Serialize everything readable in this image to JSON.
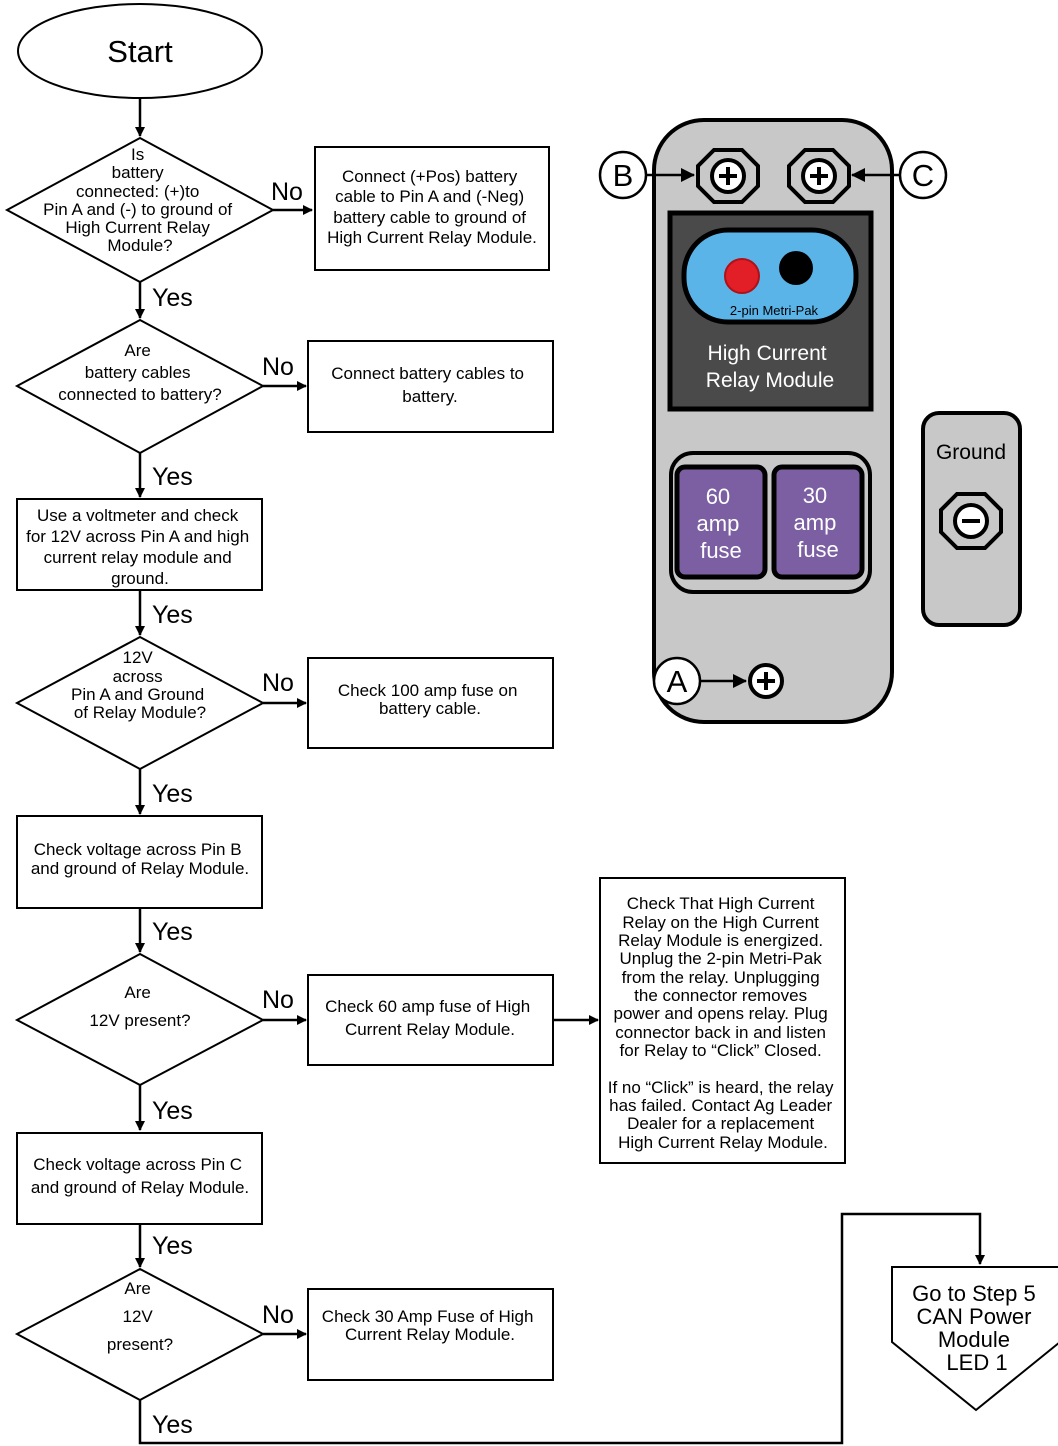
{
  "start": "Start",
  "labels": {
    "yes": "Yes",
    "no": "No"
  },
  "decisions": [
    {
      "lines": [
        "Is",
        "battery",
        "connected: (+)to",
        "Pin A and (-) to ground of",
        "High Current Relay",
        "Module?"
      ]
    },
    {
      "lines": [
        "Are",
        "battery cables",
        "connected to battery?"
      ]
    },
    {
      "lines": [
        "12V",
        "across",
        "Pin A and Ground",
        "of Relay Module?"
      ]
    },
    {
      "lines": [
        "Are",
        "12V present?"
      ]
    },
    {
      "lines": [
        "Are",
        "12V",
        "present?"
      ]
    }
  ],
  "steps": [
    {
      "lines": [
        "Use a voltmeter and check",
        "for 12V across Pin A and high",
        "current relay module and",
        "ground."
      ]
    },
    {
      "lines": [
        "Check voltage across Pin B",
        "and ground of Relay Module."
      ]
    },
    {
      "lines": [
        "Check voltage across  Pin C",
        "and ground of Relay Module."
      ]
    }
  ],
  "actions": [
    {
      "lines": [
        "Connect (+Pos) battery",
        "cable to Pin A and (-Neg)",
        "battery cable to ground of",
        "High Current Relay Module."
      ]
    },
    {
      "lines": [
        "Connect battery cables to",
        "battery."
      ]
    },
    {
      "lines": [
        "Check 100 amp fuse on",
        "battery cable."
      ]
    },
    {
      "lines": [
        "Check 60 amp fuse of High",
        "Current Relay Module."
      ]
    },
    {
      "lines": [
        "Check 30 Amp Fuse of High",
        "Current Relay Module."
      ]
    }
  ],
  "relay_note": {
    "lines": [
      "Check That  High Current",
      "Relay on the High Current",
      "Relay Module is energized.",
      "Unplug the 2-pin Metri-Pak",
      "from the relay. Unplugging",
      "the connector removes",
      "power and opens relay. Plug",
      "connector back in and listen",
      "for Relay to “Click” Closed.",
      "",
      "If no “Click” is heard, the relay",
      "has failed. Contact Ag Leader",
      "Dealer for a replacement",
      "High Current Relay Module."
    ]
  },
  "offpage": {
    "lines": [
      "Go to Step 5",
      "CAN Power",
      "Module",
      "LED 1"
    ]
  },
  "module": {
    "connector_label": "2-pin Metri-Pak",
    "title_lines": [
      "High Current",
      "Relay Module"
    ],
    "pins": {
      "a": "A",
      "b": "B",
      "c": "C"
    },
    "fuses": [
      [
        "60",
        "amp",
        "fuse"
      ],
      [
        "30",
        "amp",
        "fuse"
      ]
    ],
    "ground_label": "Ground"
  },
  "colors": {
    "module_body": "#c8c8c8",
    "module_panel": "#4a4a4a",
    "connector": "#5ab4e8",
    "fuse": "#7b5fa2",
    "pin_red": "#e21f26"
  }
}
